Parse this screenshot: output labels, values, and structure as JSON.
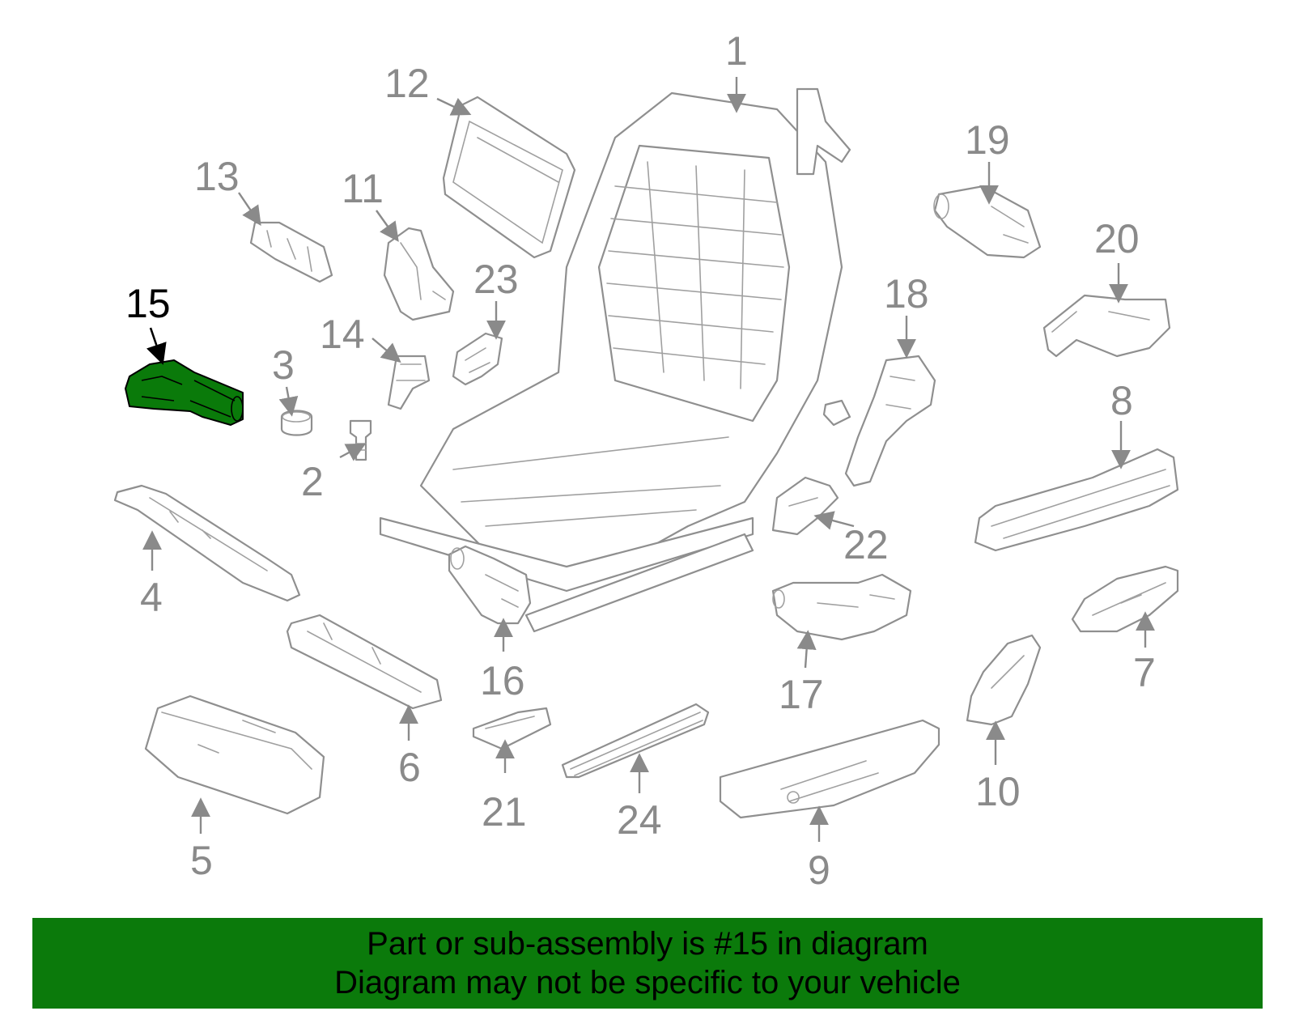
{
  "diagram": {
    "highlight_color": "#0a7a0a",
    "line_color": "#8f8f8f",
    "highlighted_part": "15",
    "callouts": [
      "1",
      "2",
      "3",
      "4",
      "5",
      "6",
      "7",
      "8",
      "9",
      "10",
      "11",
      "12",
      "13",
      "14",
      "15",
      "16",
      "17",
      "18",
      "19",
      "20",
      "21",
      "22",
      "23",
      "24"
    ]
  },
  "banner": {
    "background": "#0b7a0b",
    "line1": "Part or sub-assembly is #15 in diagram",
    "line2": "Diagram may not be specific to your vehicle"
  }
}
